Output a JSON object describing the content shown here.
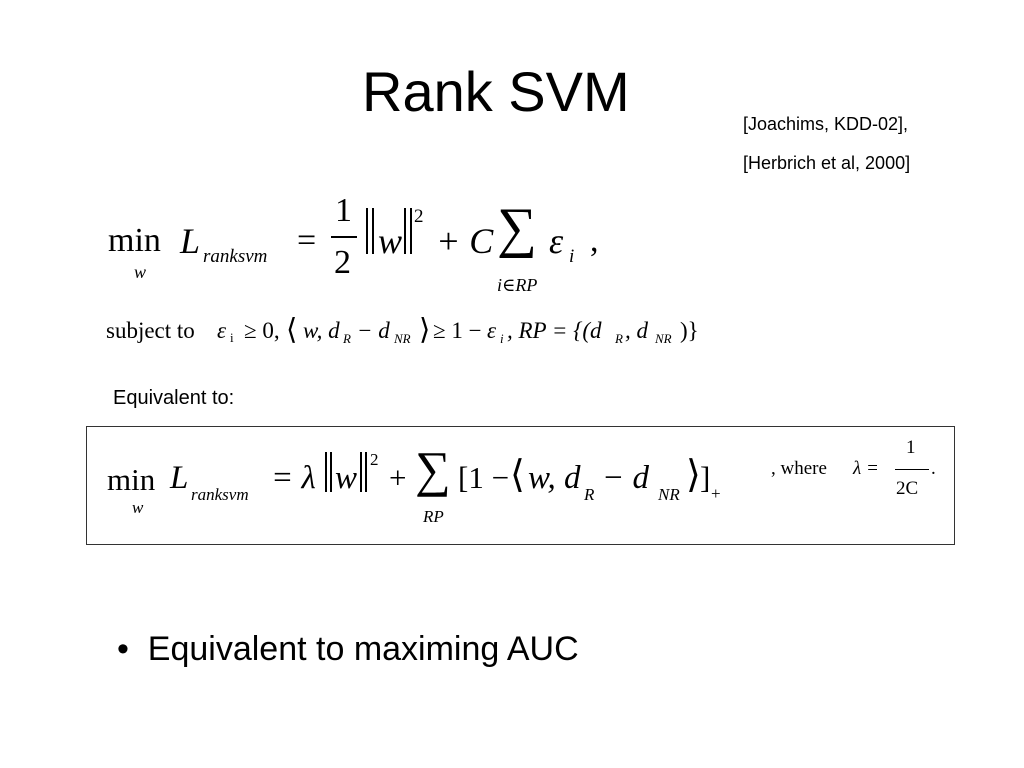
{
  "slide": {
    "title": "Rank SVM",
    "references": [
      "[Joachims, KDD-02],",
      "[Herbrich et al, 2000]"
    ]
  },
  "formula1": {
    "min": "min",
    "min_sub": "w",
    "L": "L",
    "L_sub": "ranksvm",
    "eq": "=",
    "frac_num": "1",
    "frac_den": "2",
    "w": "w",
    "sq": "2",
    "plus_C": "+ C",
    "sum": "∑",
    "eps": "ε",
    "eps_sub": "i",
    "comma": ",",
    "sum_sub": "i∈RP"
  },
  "constraint": {
    "prefix": "subject to",
    "eps": "ε",
    "eps_sub": "i",
    "ge0": "≥ 0,",
    "langle": "⟨",
    "w_comma": "w, d",
    "dR_sub": "R",
    "minus_d": "− d",
    "dNR_sub": "NR",
    "rangle": "⟩",
    "ge1": "≥ 1 −",
    "eps2": "ε",
    "eps2_sub": "i",
    "rp_def": ", RP = {(d",
    "rp_R": "R",
    "rp_mid": ", d",
    "rp_NR": "NR",
    "rp_close": ")}"
  },
  "equivalent_label": "Equivalent to:",
  "formula2": {
    "min": "min",
    "min_sub": "w",
    "L": "L",
    "L_sub": "ranksvm",
    "eq_lambda": "= λ",
    "w": "w",
    "sq": "2",
    "plus": "+",
    "sum": "∑",
    "sum_sub": "RP",
    "bracket_open": "[1 −",
    "langle": "⟨",
    "w_comma": "w, d",
    "dR_sub": "R",
    "minus_d": "− d",
    "dNR_sub": "NR",
    "rangle": "⟩",
    "bracket_close": "]",
    "plus_sub": "+",
    "where": ", where",
    "lambda_eq": "λ =",
    "frac_num": "1",
    "frac_den": "2C",
    "period": "."
  },
  "bullets": [
    "Equivalent to maximing AUC"
  ]
}
